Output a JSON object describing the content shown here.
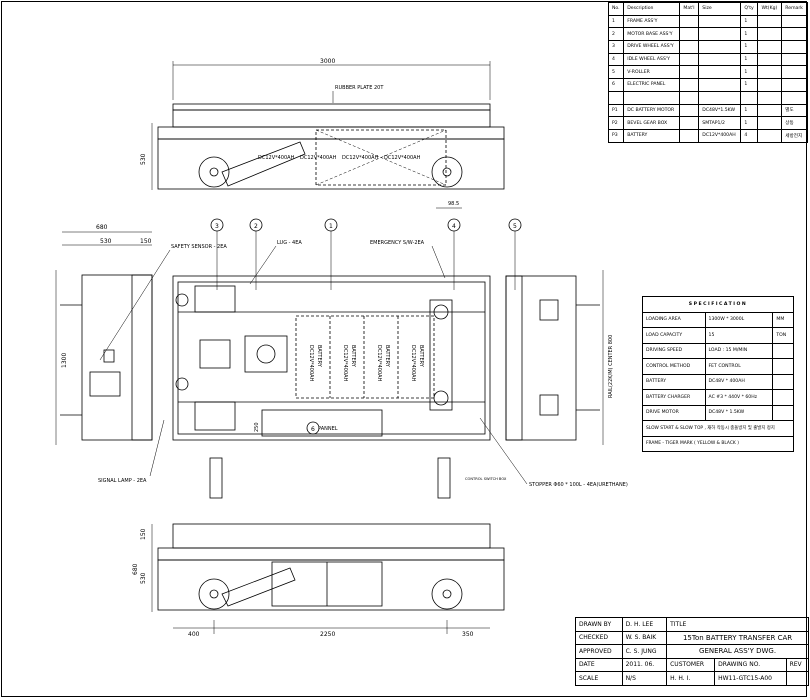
{
  "parts_list": {
    "headers": [
      "No.",
      "Description",
      "Mat'l",
      "Size",
      "Q'ty",
      "Wt(Kg)",
      "Remark"
    ],
    "rows": [
      {
        "no": "1",
        "desc": "FRAME ASS'Y",
        "size": "",
        "qty": "1",
        "remark": ""
      },
      {
        "no": "2",
        "desc": "MOTOR BASE ASS'Y",
        "size": "",
        "qty": "1",
        "remark": ""
      },
      {
        "no": "3",
        "desc": "DRIVE WHEEL ASS'Y",
        "size": "",
        "qty": "1",
        "remark": ""
      },
      {
        "no": "4",
        "desc": "IDLE WHEEL ASS'Y",
        "size": "",
        "qty": "1",
        "remark": ""
      },
      {
        "no": "5",
        "desc": "V-ROLLER",
        "size": "",
        "qty": "1",
        "remark": ""
      },
      {
        "no": "6",
        "desc": "ELECTRIC PANEL",
        "size": "",
        "qty": "1",
        "remark": ""
      },
      {
        "no": "",
        "desc": "",
        "size": "",
        "qty": "",
        "remark": ""
      },
      {
        "no": "P1",
        "desc": "DC BATTERY MOTOR",
        "size": "DC48V*1.5KW",
        "qty": "1",
        "remark": "별도"
      },
      {
        "no": "P2",
        "desc": "BEVEL GEAR BOX",
        "size": "SMTAP1/2",
        "qty": "1",
        "remark": "상동"
      },
      {
        "no": "P3",
        "desc": "BATTERY",
        "size": "DC12V*400AH",
        "qty": "4",
        "remark": "세방전지"
      }
    ]
  },
  "specification": {
    "title": "SPECIFICATION",
    "rows": [
      {
        "label": "LOADING AREA",
        "value": "1300W * 3000L",
        "unit": "MM"
      },
      {
        "label": "LOAD CAPACITY",
        "value": "15",
        "unit": "TON"
      },
      {
        "label": "DRIVING SPEED",
        "value": "LOAD : 15 M/MIN",
        "unit": ""
      },
      {
        "label": "CONTROL METHOD",
        "value": "FET CONTROL",
        "unit": ""
      },
      {
        "label": "BATTERY",
        "value": "DC48V * 400AH",
        "unit": ""
      },
      {
        "label": "BATTERY CHARGER",
        "value": "AC #3 * 440V * 60Hz",
        "unit": ""
      },
      {
        "label": "DRIVE MOTOR",
        "value": "DC48V * 1.5KW",
        "unit": ""
      }
    ],
    "note1": "SLOW START & SLOW TOP , 재하 작동시 충돌방지 및 출발지 정지",
    "note2": "FRAME - TIGER MARK ( YELLOW & BLACK )"
  },
  "title_block": {
    "drawn_by_label": "DRAWN BY",
    "drawn_by": "D. H. LEE",
    "checked_label": "CHECKED",
    "checked": "W. S. BAIK",
    "approved_label": "APPROVED",
    "approved": "C. S. JUNG",
    "date_label": "DATE",
    "date": "2011. 06.",
    "scale_label": "SCALE",
    "scale": "N/S",
    "title_label": "TITLE",
    "title_line1": "15Ton BATTERY TRANSFER CAR",
    "title_line2": "GENERAL ASS'Y DWG.",
    "customer_label": "CUSTOMER",
    "customer": "H. H. I.",
    "drawing_no_label": "DRAWING NO.",
    "drawing_no": "HW11-GTC15-A00",
    "rev_label": "REV"
  },
  "labels": {
    "dim_3000": "3000",
    "rubber_plate": "RUBBER PLATE 20T",
    "battery_top": "DC12V*400AH",
    "dim_530_top": "530",
    "dim_680_left": "680",
    "dim_530_left": "530",
    "dim_150_left": "150",
    "dim_1300": "1300",
    "safety_sensor": "SAFETY SENSOR - 2EA",
    "lug": "LUG - 4EA",
    "emergency": "EMERGENCY S/W-2EA",
    "dim_98_5": "98.5",
    "battery_plan": "DC12V*400AH",
    "battery_word": "BATTERY",
    "panel": "PANNEL",
    "dim_250": "250",
    "rail_center": "RAIL(22K/M) CENTER 800",
    "signal_lamp": "SIGNAL LAMP - 2EA",
    "stopper": "STOPPER Φ60 * 100L - 4EA(URETHANE)",
    "control_switch": "CONTROL SWITCH BOX",
    "dim_150_bottom": "150",
    "dim_680_bottom": "680",
    "dim_530_bottom": "530",
    "dim_400": "400",
    "dim_2250": "2250",
    "dim_350": "350",
    "balloon_1": "1",
    "balloon_2": "2",
    "balloon_3": "3",
    "balloon_4": "4",
    "balloon_5": "5",
    "balloon_6": "6"
  }
}
